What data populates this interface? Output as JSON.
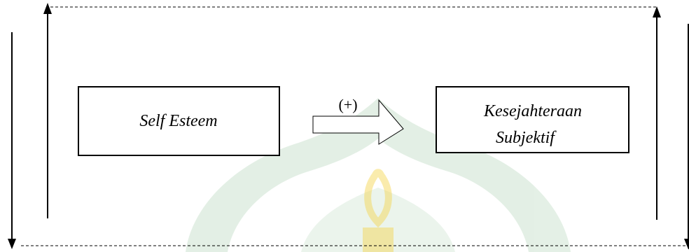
{
  "diagram": {
    "left_box": {
      "label": "Self Esteem"
    },
    "right_box": {
      "line1": "Kesejahteraan",
      "line2": "Subjektif"
    },
    "relation": {
      "sign": "(+)"
    }
  },
  "colors": {
    "stroke": "#000000",
    "watermark_green": "#2f8a3c",
    "watermark_yellow": "#f5d54a"
  },
  "icons": {
    "watermark": "mosque-dome-watermark"
  }
}
